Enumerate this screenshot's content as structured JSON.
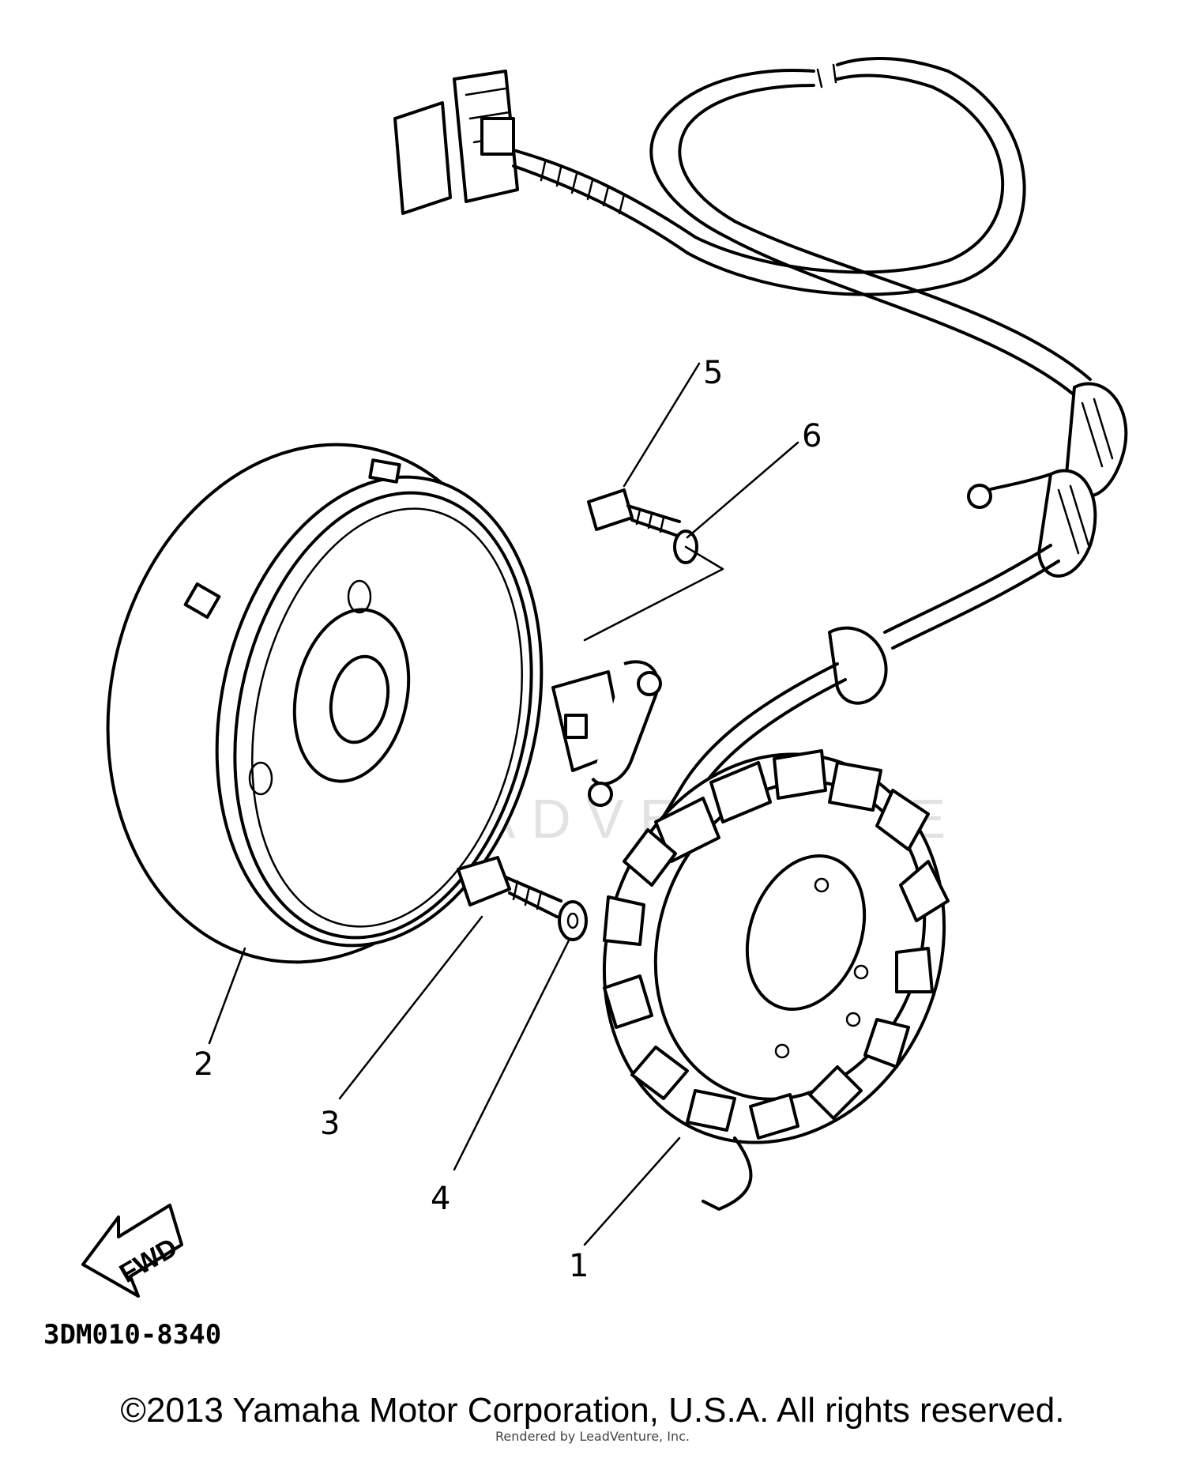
{
  "callouts": [
    {
      "label": "1",
      "part": "stator-assembly"
    },
    {
      "label": "2",
      "part": "rotor-flywheel"
    },
    {
      "label": "3",
      "part": "bolt"
    },
    {
      "label": "4",
      "part": "washer"
    },
    {
      "label": "5",
      "part": "bolt"
    },
    {
      "label": "6",
      "part": "washer"
    }
  ],
  "direction_arrow": "FWD",
  "diagram_code": "3DM010-8340",
  "watermark": "LEADVENTURE",
  "copyright": "©2013 Yamaha Motor Corporation, U.S.A. All rights reserved.",
  "rendered_by": "Rendered by LeadVenture, Inc."
}
